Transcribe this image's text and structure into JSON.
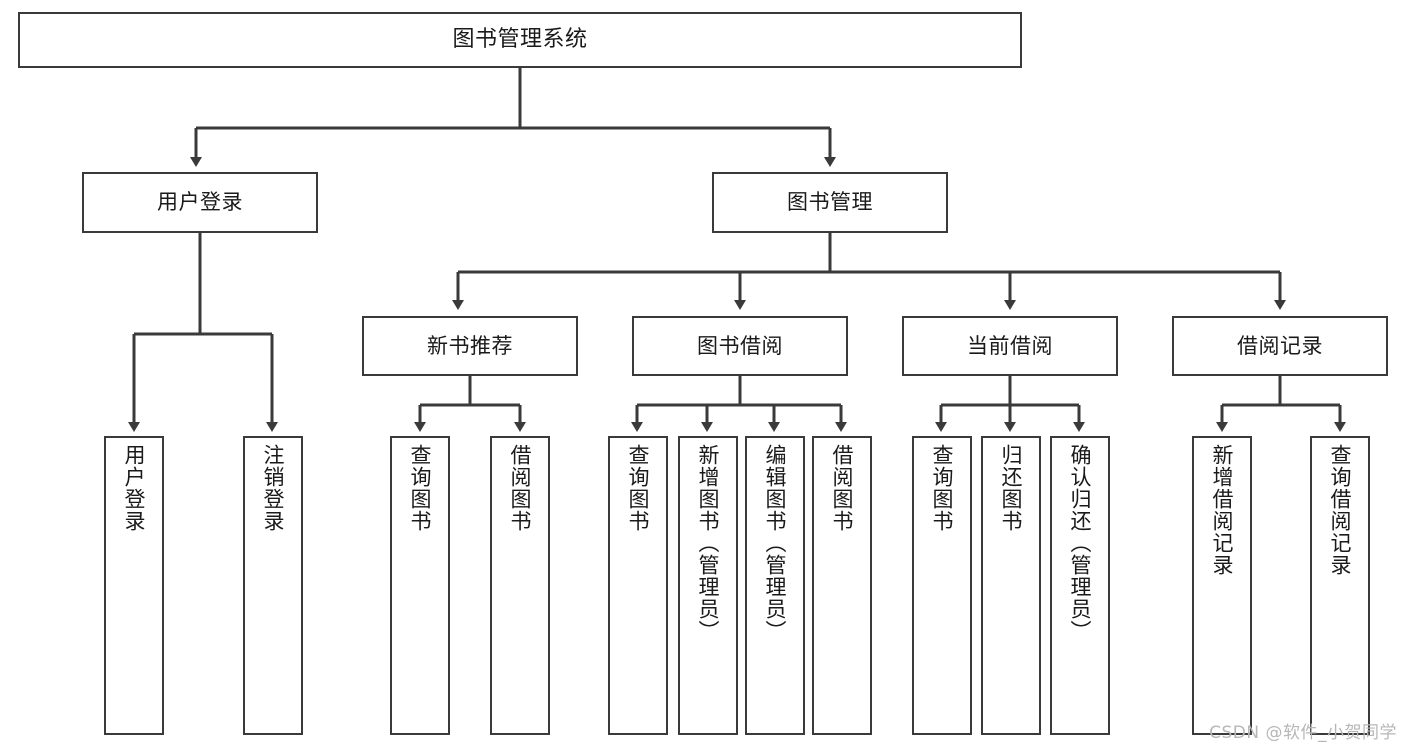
{
  "diagram": {
    "title": "图书管理系统",
    "watermark": "CSDN @软件_小贺同学",
    "stroke_color": "#3a3a3a",
    "background_color": "#ffffff",
    "text_color": "#1a1a1a",
    "watermark_color": "#b7b7b7",
    "type": "tree-hierarchy-diagram",
    "levels": 4,
    "root": {
      "id": "root",
      "label": "图书管理系统",
      "orientation": "horizontal"
    },
    "level2": [
      {
        "id": "user-login",
        "label": "用户登录",
        "orientation": "horizontal"
      },
      {
        "id": "book-manage",
        "label": "图书管理",
        "orientation": "horizontal"
      }
    ],
    "level3": [
      {
        "id": "new-book-rec",
        "label": "新书推荐",
        "orientation": "horizontal",
        "parent": "book-manage"
      },
      {
        "id": "book-borrow",
        "label": "图书借阅",
        "orientation": "horizontal",
        "parent": "book-manage"
      },
      {
        "id": "current-borrow",
        "label": "当前借阅",
        "orientation": "horizontal",
        "parent": "book-manage"
      },
      {
        "id": "borrow-record",
        "label": "借阅记录",
        "orientation": "horizontal",
        "parent": "book-manage"
      }
    ],
    "leaves": [
      {
        "id": "leaf-user-login",
        "label": "用户登录",
        "orientation": "vertical",
        "parent": "user-login"
      },
      {
        "id": "leaf-logout",
        "label": "注销登录",
        "orientation": "vertical",
        "parent": "user-login"
      },
      {
        "id": "leaf-query-book-1",
        "label": "查询图书",
        "orientation": "vertical",
        "parent": "new-book-rec"
      },
      {
        "id": "leaf-borrow-book-1",
        "label": "借阅图书",
        "orientation": "vertical",
        "parent": "new-book-rec"
      },
      {
        "id": "leaf-query-book-2",
        "label": "查询图书",
        "orientation": "vertical",
        "parent": "book-borrow"
      },
      {
        "id": "leaf-add-book",
        "label": "新增图书（管理员）",
        "orientation": "vertical",
        "parent": "book-borrow"
      },
      {
        "id": "leaf-edit-book",
        "label": "编辑图书（管理员）",
        "orientation": "vertical",
        "parent": "book-borrow"
      },
      {
        "id": "leaf-borrow-book-2",
        "label": "借阅图书",
        "orientation": "vertical",
        "parent": "book-borrow"
      },
      {
        "id": "leaf-query-book-3",
        "label": "查询图书",
        "orientation": "vertical",
        "parent": "current-borrow"
      },
      {
        "id": "leaf-return-book",
        "label": "归还图书",
        "orientation": "vertical",
        "parent": "current-borrow"
      },
      {
        "id": "leaf-confirm-return",
        "label": "确认归还（管理员）",
        "orientation": "vertical",
        "parent": "current-borrow"
      },
      {
        "id": "leaf-add-record",
        "label": "新增借阅记录",
        "orientation": "vertical",
        "parent": "borrow-record"
      },
      {
        "id": "leaf-query-record",
        "label": "查询借阅记录",
        "orientation": "vertical",
        "parent": "borrow-record"
      }
    ]
  }
}
